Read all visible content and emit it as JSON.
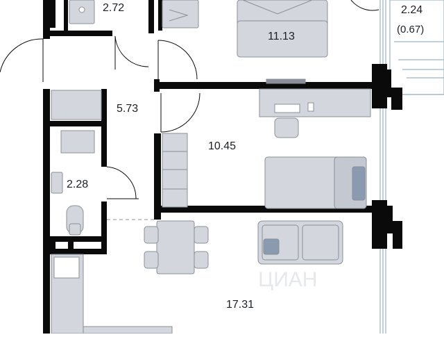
{
  "colors": {
    "wall": "#0a0a0a",
    "furniture_fill": "#d3d6dd",
    "furniture_stroke": "#8a8f99",
    "window": "#9ab3c6",
    "accent": "#5a6675"
  },
  "rooms": {
    "bathroom_top": "2.72",
    "bedroom_top": "11.13",
    "balcony": "2.24",
    "balcony_sub": "(0.67)",
    "hall": "5.73",
    "bedroom_middle": "10.45",
    "wc": "2.28",
    "living_kitchen": "17.31"
  },
  "watermark": "ЦИАН"
}
